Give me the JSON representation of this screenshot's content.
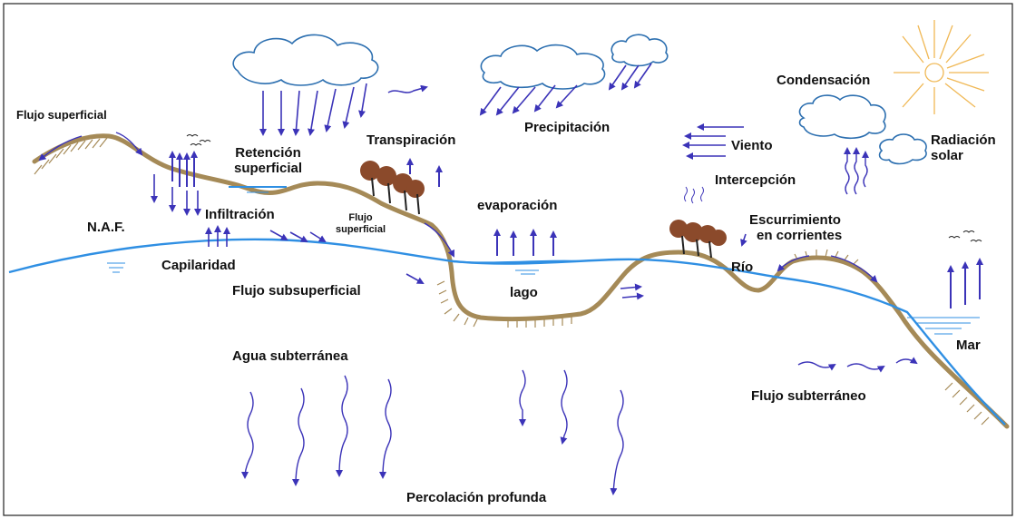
{
  "labels": {
    "flujo_superficial_top": "Flujo superficial",
    "retencion": [
      "Retención",
      "superficial"
    ],
    "transpiracion": "Transpiración",
    "precipitacion": "Precipitación",
    "condensacion": "Condensación",
    "viento": "Viento",
    "radiacion": [
      "Radiación",
      "solar"
    ],
    "intercepcion": "Intercepción",
    "naf": "N.A.F.",
    "infiltracion": "Infiltración",
    "flujo_superficial_small": [
      "Flujo",
      "superficial"
    ],
    "evaporacion": "evaporación",
    "escurrimiento": [
      "Escurrimiento",
      "en corrientes"
    ],
    "capilaridad": "Capilaridad",
    "flujo_subsuperficial": "Flujo subsuperficial",
    "lago": "lago",
    "rio": "Río",
    "agua_subterranea": "Agua subterránea",
    "mar": "Mar",
    "flujo_subterraneo": "Flujo subterráneo",
    "percolacion": "Percolación profunda"
  },
  "colors": {
    "ground": "#a58a57",
    "water": "#2f8fe3",
    "arrow": "#3b33b8",
    "sun": "#f0b855",
    "cloud": "#2c6fb0",
    "tree": "#8b4a2b",
    "text": "#111111",
    "border": "#222222"
  }
}
